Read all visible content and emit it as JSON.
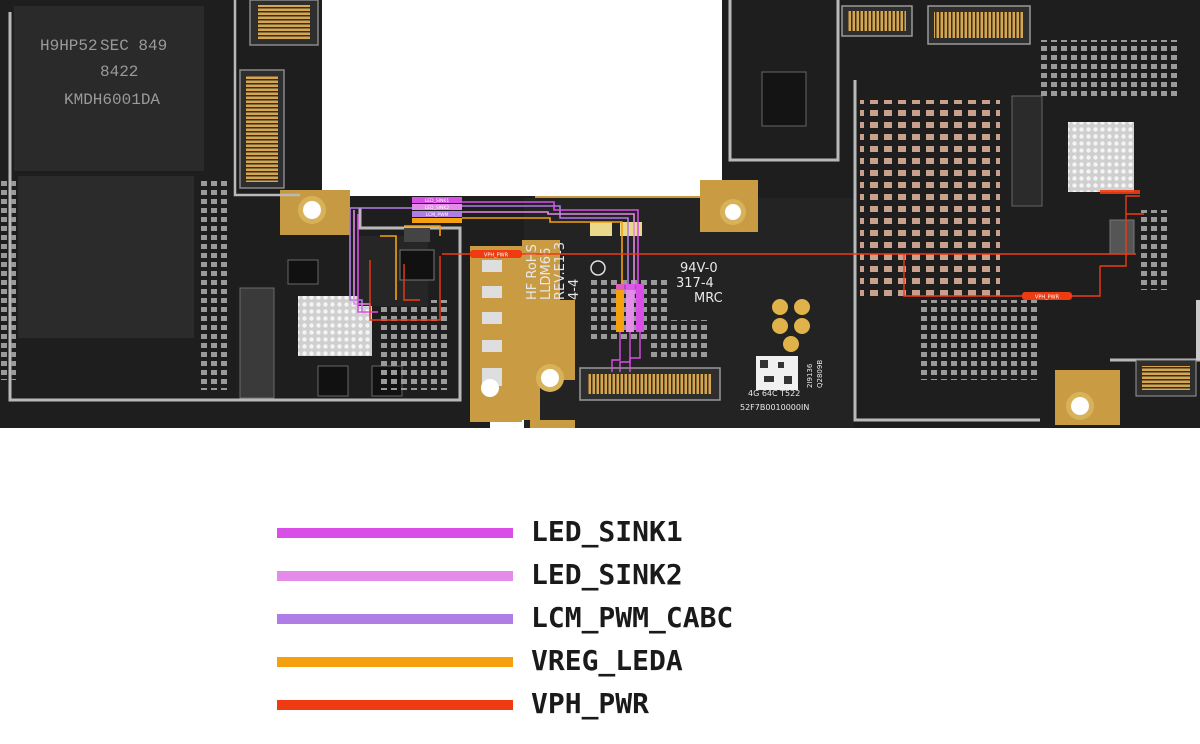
{
  "board": {
    "chips": {
      "memory_line1": "H9HP52",
      "memory_line2": "KMDH6001DA",
      "memory_line3": "8422",
      "memory_line4": "SEC 849"
    },
    "silkscreen": {
      "line1": "HF RoHS",
      "line2": "LLDM66",
      "line3": "REV.E1-3",
      "line4": "4-4",
      "rating1": "94V-0",
      "rating2": "317-4",
      "rating3": "MRC",
      "serial1": "4G 64C T522",
      "serial2": "52F7B0010000IN",
      "qr_text1": "2I9136",
      "qr_text2": "Q2809B"
    },
    "net_tags": {
      "tag1": "LED_SINK1",
      "tag2": "LED_SINK2",
      "tag3": "LCM_PWM",
      "vph_left": "VPH_PWR",
      "vph_right": "VPH_PWR"
    }
  },
  "legend": [
    {
      "label": "LED_SINK1",
      "color": "#d94ee6"
    },
    {
      "label": "LED_SINK2",
      "color": "#e48ae8"
    },
    {
      "label": "LCM_PWM_CABC",
      "color": "#b07de6"
    },
    {
      "label": "VREG_LEDA",
      "color": "#f5a00f"
    },
    {
      "label": "VPH_PWR",
      "color": "#ee3b12"
    }
  ]
}
